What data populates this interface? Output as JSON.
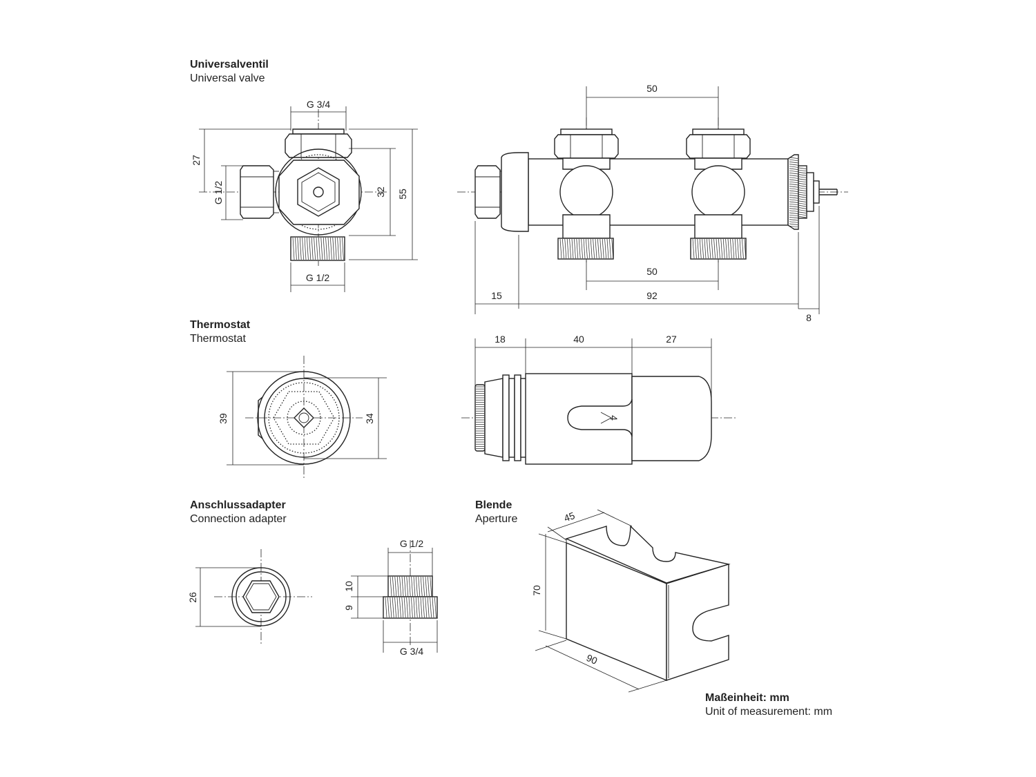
{
  "sections": {
    "valve": {
      "title_de": "Universalventil",
      "title_en": "Universal valve"
    },
    "thermostat": {
      "title_de": "Thermostat",
      "title_en": "Thermostat"
    },
    "adapter": {
      "title_de": "Anschlussadapter",
      "title_en": "Connection adapter"
    },
    "aperture": {
      "title_de": "Blende",
      "title_en": "Aperture"
    },
    "units": {
      "title_de": "Maßeinheit: mm",
      "title_en": "Unit of measurement: mm"
    }
  },
  "dimensions": {
    "valve_side_top": "G 3/4",
    "valve_side_bottom": "G 1/2",
    "valve_side_left": "G 1/2",
    "valve_side_27": "27",
    "valve_side_32": "32",
    "valve_side_55": "55",
    "valve_front_top": "50",
    "valve_front_mid": "50",
    "valve_front_15": "15",
    "valve_front_92": "92",
    "valve_front_8": "8",
    "thermo_39": "39",
    "thermo_34": "34",
    "thermo_18": "18",
    "thermo_40": "40",
    "thermo_27": "27",
    "thermo_scale": "4",
    "adapter_26": "26",
    "adapter_top": "G 1/2",
    "adapter_bottom": "G 3/4",
    "adapter_10": "10",
    "adapter_9": "9",
    "aperture_45": "45",
    "aperture_70": "70",
    "aperture_90": "90"
  }
}
